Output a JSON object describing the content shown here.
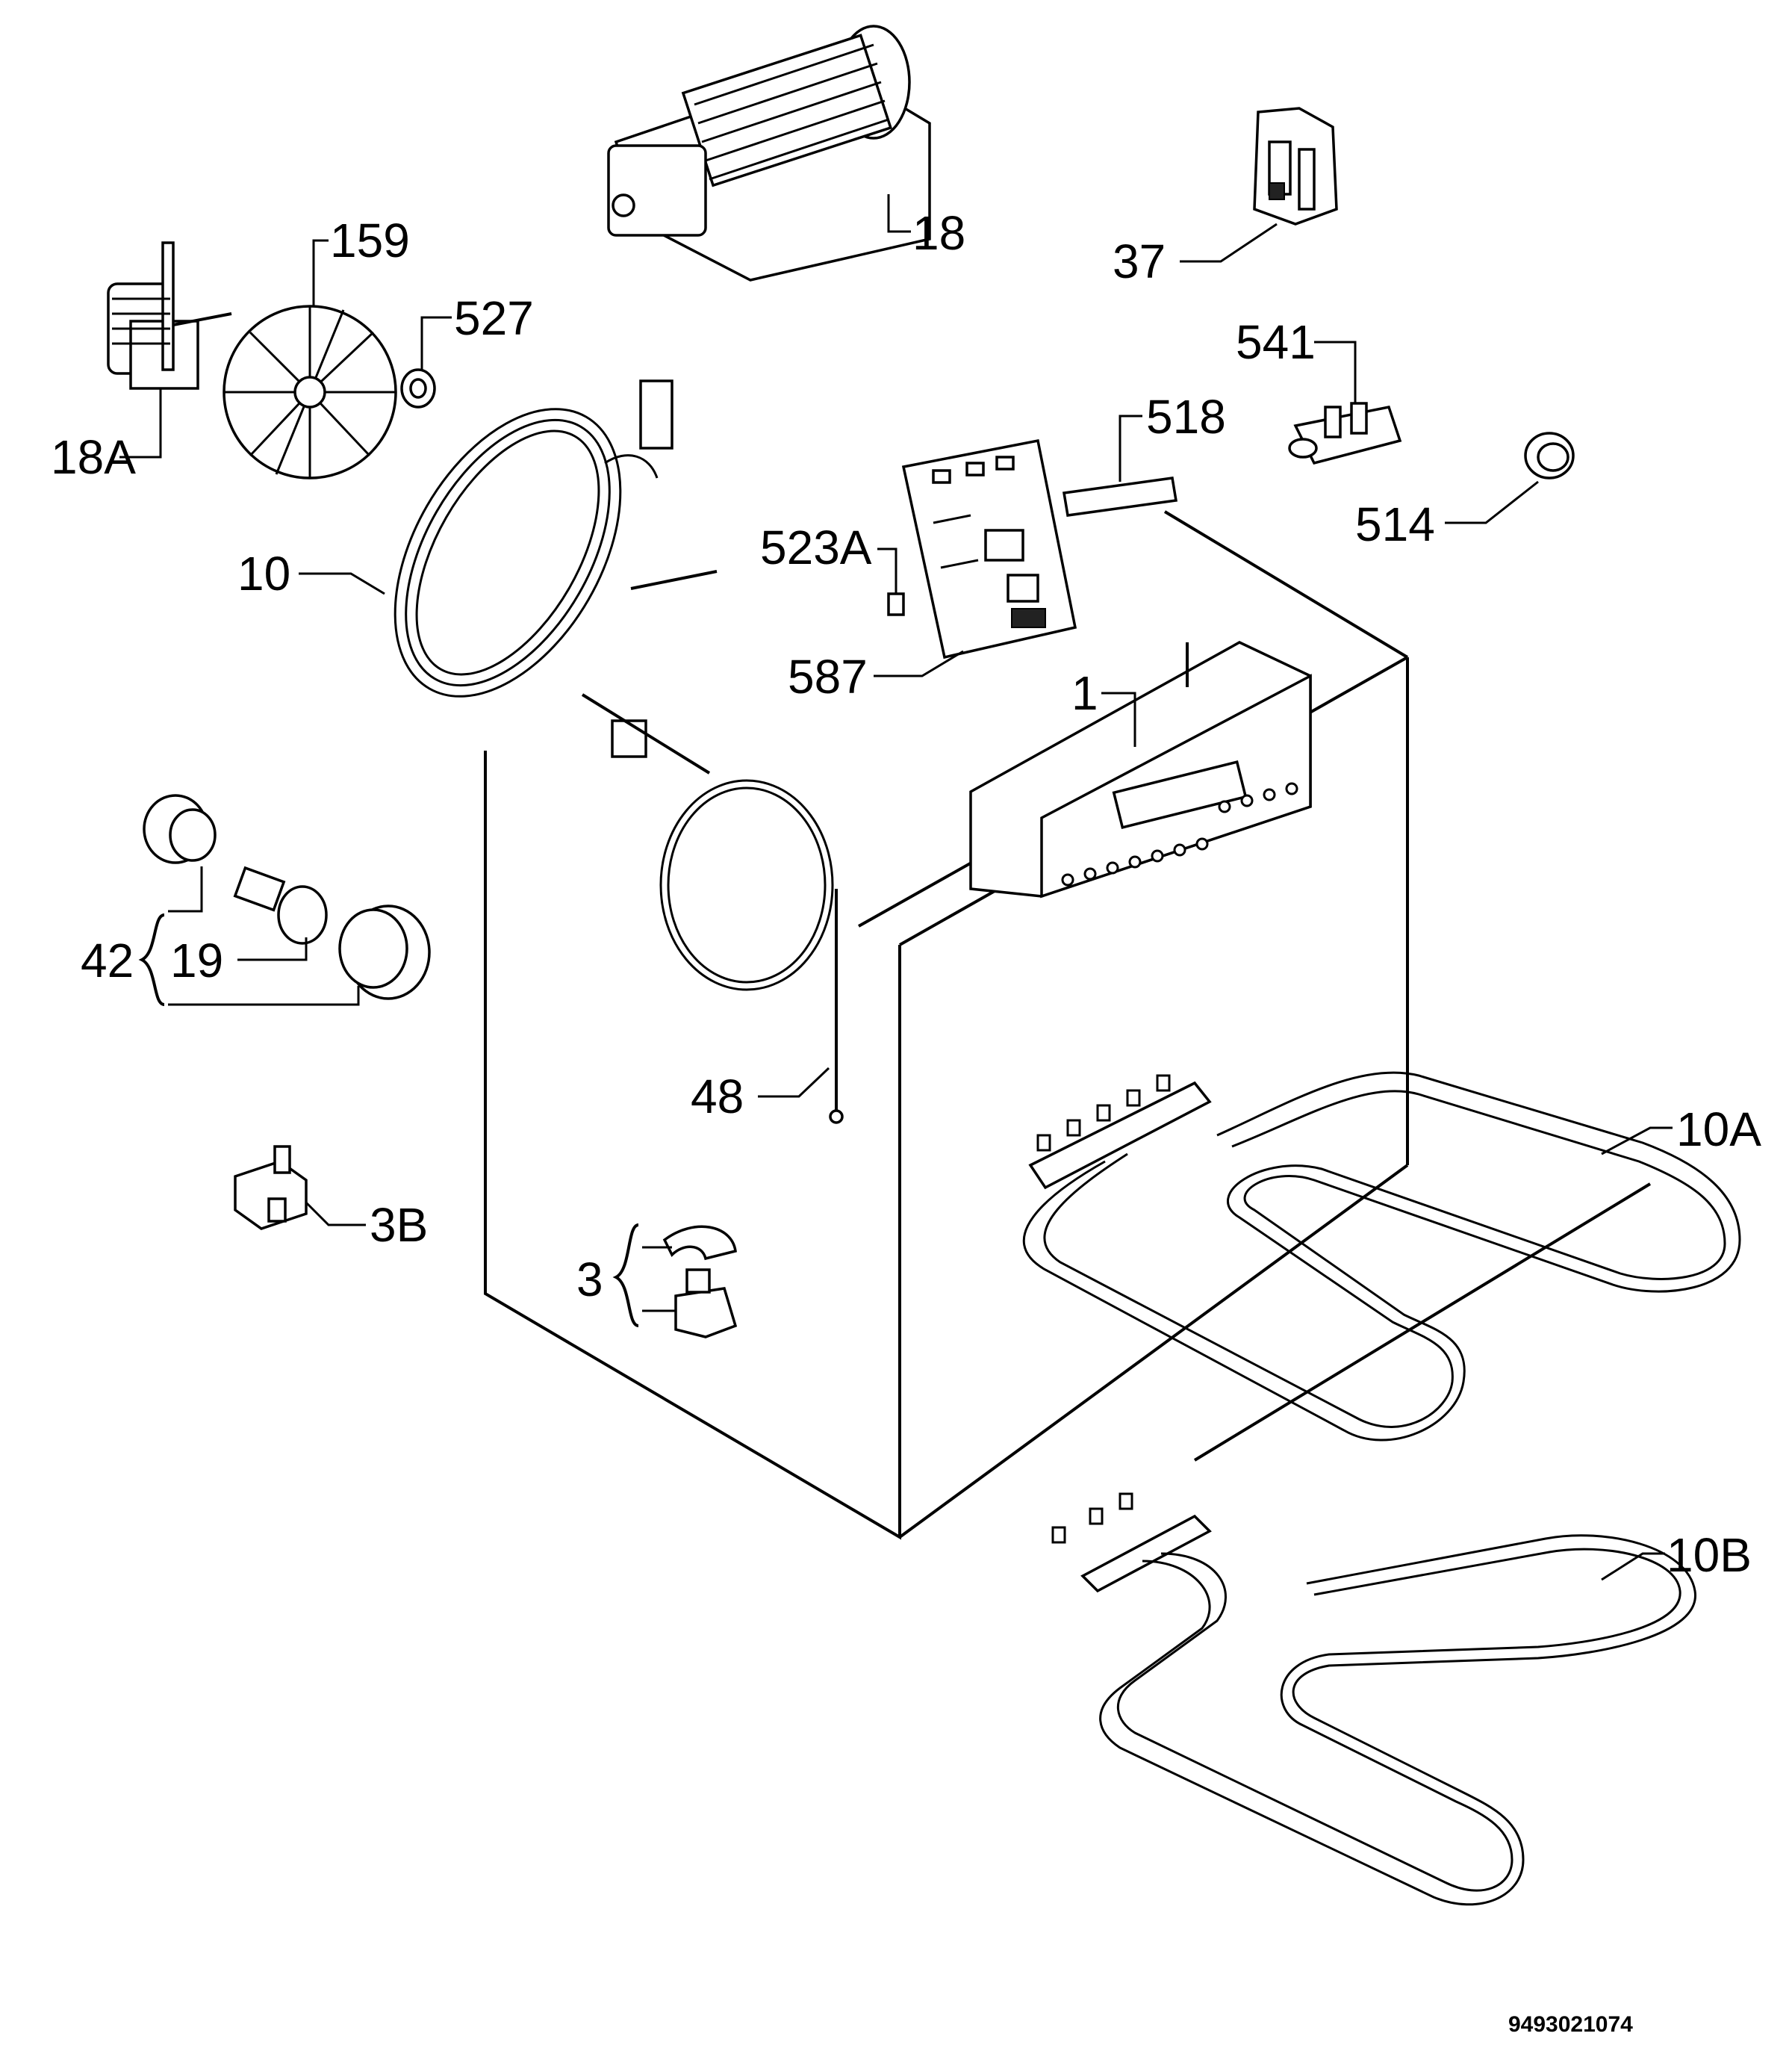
{
  "labels": {
    "p18": "18",
    "p37": "37",
    "p159": "159",
    "p527": "527",
    "p18a": "18A",
    "p541": "541",
    "p518": "518",
    "p514": "514",
    "p523a": "523A",
    "p10": "10",
    "p587": "587",
    "p1": "1",
    "p42": "42",
    "p19": "19",
    "p48": "48",
    "p10a": "10A",
    "p3b": "3B",
    "p3": "3",
    "p10b": "10B"
  },
  "drawing_number": "9493021074"
}
